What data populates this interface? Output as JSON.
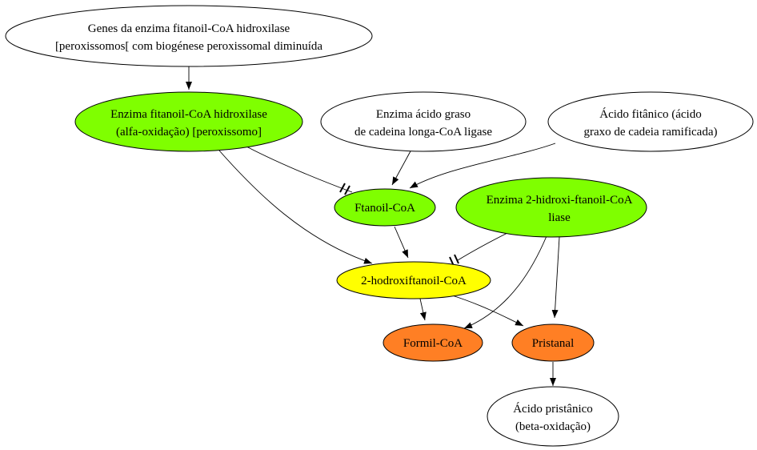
{
  "colors": {
    "white": "#ffffff",
    "green": "#7fff00",
    "yellow": "#ffff00",
    "orange": "#ff7f24",
    "stroke": "#000000"
  },
  "nodes": {
    "genes": {
      "line1": "Genes da enzima fitanoil-CoA hidroxilase",
      "line2": "[peroxissomos[ com biogénese peroxissomal diminuída",
      "fill": "white"
    },
    "enzima_hidroxilase": {
      "line1": "Enzima fitanoil-CoA hidroxilase",
      "line2": "(alfa-oxidação) [peroxissomo]",
      "fill": "green"
    },
    "enzima_ligase": {
      "line1": "Enzima ácido graso",
      "line2": "de cadeina longa-CoA ligase",
      "fill": "white"
    },
    "acido_fitanico": {
      "line1": "Ácido fitânico (ácido",
      "line2": "graxo de cadeia ramificada)",
      "fill": "white"
    },
    "ftanoil_coa": {
      "line1": "Ftanoil-CoA",
      "fill": "green"
    },
    "enzima_liase": {
      "line1": "Enzima 2-hidroxi-ftanoil-CoA",
      "line2": "liase",
      "fill": "green"
    },
    "hidroxiftanoil": {
      "line1": "2-hodroxiftanoil-CoA",
      "fill": "yellow"
    },
    "formil_coa": {
      "line1": "Formil-CoA",
      "fill": "orange"
    },
    "pristanal": {
      "line1": "Pristanal",
      "fill": "orange"
    },
    "acido_pristanico": {
      "line1": "Ácido pristânico",
      "line2": "(beta-oxidação)",
      "fill": "white"
    }
  },
  "edges": [
    {
      "from": "genes",
      "to": "enzima_hidroxilase",
      "type": "arrow"
    },
    {
      "from": "enzima_hidroxilase",
      "to": "ftanoil_coa",
      "type": "inhibit"
    },
    {
      "from": "enzima_hidroxilase",
      "to": "hidroxiftanoil",
      "type": "arrow"
    },
    {
      "from": "enzima_ligase",
      "to": "ftanoil_coa",
      "type": "arrow"
    },
    {
      "from": "acido_fitanico",
      "to": "ftanoil_coa",
      "type": "arrow"
    },
    {
      "from": "ftanoil_coa",
      "to": "hidroxiftanoil",
      "type": "arrow"
    },
    {
      "from": "enzima_liase",
      "to": "hidroxiftanoil",
      "type": "inhibit"
    },
    {
      "from": "enzima_liase",
      "to": "formil_coa",
      "type": "arrow"
    },
    {
      "from": "enzima_liase",
      "to": "pristanal",
      "type": "arrow"
    },
    {
      "from": "hidroxiftanoil",
      "to": "formil_coa",
      "type": "arrow"
    },
    {
      "from": "hidroxiftanoil",
      "to": "pristanal",
      "type": "arrow"
    },
    {
      "from": "pristanal",
      "to": "acido_pristanico",
      "type": "arrow"
    }
  ]
}
